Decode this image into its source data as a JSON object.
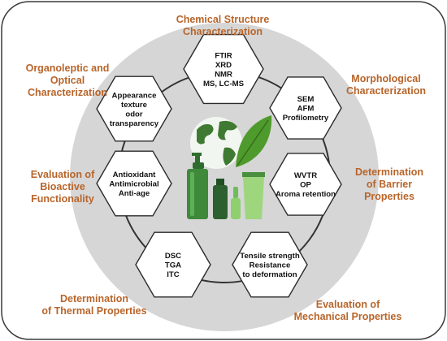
{
  "colors": {
    "frame": "#3a3a3a",
    "disc": "#d6d6d6",
    "hex_fill": "#ffffff",
    "hex_stroke": "#2a2a2a",
    "ring": "#333333",
    "label": "#b8652a",
    "hex_text": "#111111"
  },
  "hexagons": [
    {
      "id": "chemical",
      "lines": [
        "FTIR",
        "XRD",
        "NMR",
        "MS, LC-MS"
      ]
    },
    {
      "id": "morphological",
      "lines": [
        "SEM",
        "AFM",
        "Profilometry"
      ]
    },
    {
      "id": "barrier",
      "lines": [
        "WVTR",
        "OP",
        "Aroma retention"
      ]
    },
    {
      "id": "mechanical",
      "lines": [
        "Tensile strength",
        "Resistance",
        "to deformation"
      ]
    },
    {
      "id": "thermal",
      "lines": [
        "DSC",
        "TGA",
        "ITC"
      ]
    },
    {
      "id": "bioactive",
      "lines": [
        "Antioxidant",
        "Antimicrobial",
        "Anti-age"
      ]
    },
    {
      "id": "organoleptic",
      "lines": [
        "Appearance",
        "texture",
        "odor",
        "transparency"
      ]
    }
  ],
  "labels": [
    {
      "id": "chemical",
      "lines": [
        "Chemical Structure",
        "Characterization"
      ]
    },
    {
      "id": "morphological",
      "lines": [
        "Morphological",
        "Characterization"
      ]
    },
    {
      "id": "barrier",
      "lines": [
        "Determination",
        "of Barrier",
        "Properties"
      ]
    },
    {
      "id": "mechanical",
      "lines": [
        "Evaluation of",
        "Mechanical Properties"
      ]
    },
    {
      "id": "thermal",
      "lines": [
        "Determination",
        "of Thermal Properties"
      ]
    },
    {
      "id": "bioactive",
      "lines": [
        "Evaluation of",
        "Bioactive",
        "Functionality"
      ]
    },
    {
      "id": "organoleptic",
      "lines": [
        "Organoleptic and",
        "Optical",
        "Characterization"
      ]
    }
  ]
}
